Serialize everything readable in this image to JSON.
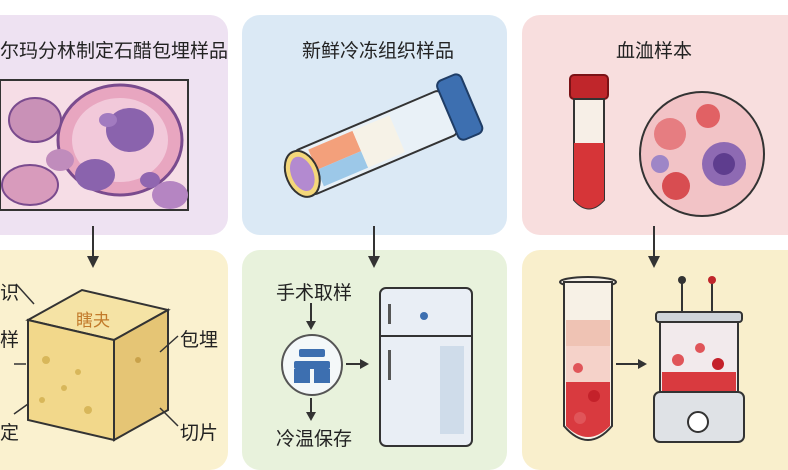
{
  "panels": {
    "ffpe": {
      "title": "尔玛分林制定石醋包埋样品"
    },
    "frozen": {
      "title": "新鲜冷冻组织样品"
    },
    "serum": {
      "title": "血洫样本"
    }
  },
  "ffpe_steps": {
    "block_text": "瞎夬",
    "left_top": "识",
    "left_mid": "样",
    "left_bottom": "定",
    "right_mid": "包埋",
    "right_bottom": "切片"
  },
  "frozen_steps": {
    "step1": "手术取样",
    "step2": "冷温保存"
  },
  "colors": {
    "purple_bg": "#eee2f2",
    "blue_bg": "#dbe9f5",
    "pink_bg": "#f8dede",
    "yellow_bg": "#faf1cf",
    "green_bg": "#e8f2dc",
    "yellow2_bg": "#f9efcc"
  }
}
